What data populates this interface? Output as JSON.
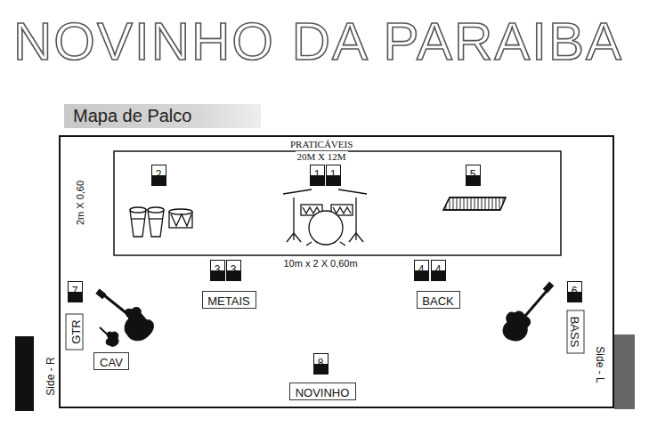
{
  "diagram": {
    "title": "NOVINHO DA PARAIBA",
    "nodes": [
      {
        "text": [
          "Mapa de Palco"
        ]
      },
      {
        "text": [
          "2"
        ]
      },
      {
        "text": [
          "1"
        ]
      },
      {
        "text": [
          "1"
        ]
      },
      {
        "text": [
          "5"
        ]
      },
      {
        "text": [
          "3"
        ]
      },
      {
        "text": [
          "3"
        ]
      },
      {
        "text": [
          "4"
        ]
      },
      {
        "text": [
          "4"
        ]
      },
      {
        "text": [
          "METAIS"
        ]
      },
      {
        "text": [
          "BACK"
        ]
      },
      {
        "text": [
          "7"
        ]
      },
      {
        "text": [
          "6"
        ]
      },
      {
        "text": [
          "GTR"
        ]
      },
      {
        "text": [
          "BASS"
        ]
      },
      {
        "text": [
          "CAV"
        ]
      },
      {
        "text": [
          "8"
        ]
      },
      {
        "text": [
          "NOVINHO"
        ]
      }
    ],
    "labels": [
      "PRATICÁVEIS",
      "20M X 12M",
      "2m X 0,60",
      "10m x 2 X 0,60m",
      "Side - R",
      "Side - L"
    ]
  }
}
